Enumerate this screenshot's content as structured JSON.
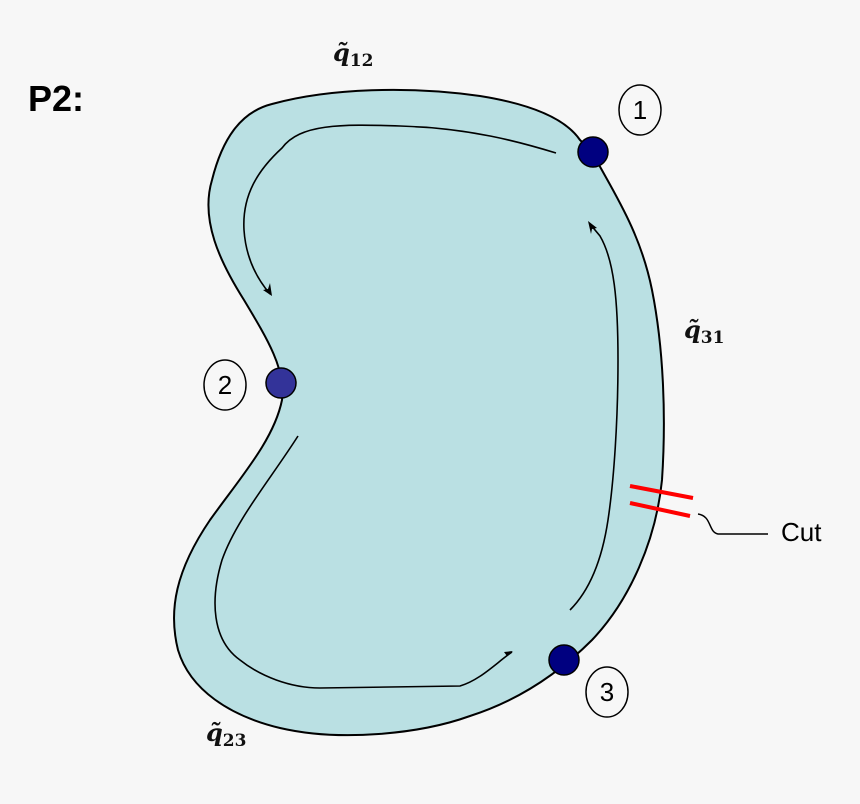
{
  "title": "P2:",
  "edges": [
    {
      "id": "q12",
      "base": "q̃",
      "sub": "12"
    },
    {
      "id": "q31",
      "base": "q̃",
      "sub": "31"
    },
    {
      "id": "q23",
      "base": "q̃",
      "sub": "23"
    }
  ],
  "nodes": [
    {
      "id": "1",
      "label": "1",
      "color": "#000080"
    },
    {
      "id": "2",
      "label": "2",
      "color": "#333399"
    },
    {
      "id": "3",
      "label": "3",
      "color": "#000080"
    }
  ],
  "cut_label": "Cut",
  "colors": {
    "background": "#f7f7f7",
    "region_fill": "#bae0e3",
    "outline": "#000000",
    "cut_marks": "#ff0000"
  }
}
